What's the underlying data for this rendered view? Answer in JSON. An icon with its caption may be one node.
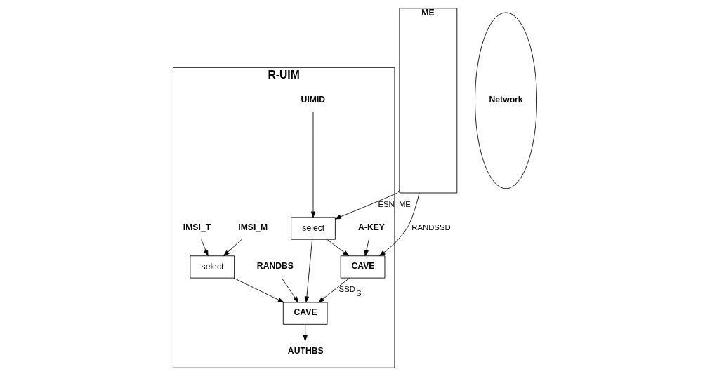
{
  "diagram": {
    "nodes": [
      {
        "text": [
          "R-UIM"
        ]
      },
      {
        "text": [
          "UIMID"
        ],
        "in": 0
      },
      {
        "text": [
          "select"
        ],
        "in": 0
      },
      {
        "text": [
          "A-KEY"
        ],
        "in": 0
      },
      {
        "text": [
          "CAVE"
        ],
        "in": 0
      },
      {
        "text": [
          "IMSI_T"
        ],
        "in": 0
      },
      {
        "text": [
          "CAVE"
        ],
        "in": 0
      },
      {
        "text": [
          "select"
        ],
        "in": 0
      },
      {
        "text": [
          "RANDBS"
        ],
        "in": 0
      },
      {
        "text": [
          "AUTHBS"
        ],
        "in": 0
      },
      {
        "text": [
          "IMSI_M"
        ],
        "in": 0
      },
      {
        "text": [
          "ME"
        ]
      },
      {
        "text": [
          "Network"
        ]
      }
    ],
    "edges": [
      {
        "from": 1,
        "to": 2,
        "arrow": "to"
      },
      {
        "from": 11,
        "to": 2,
        "arrow": "to",
        "label": "ESN_ME"
      },
      {
        "from": 2,
        "to": 4,
        "arrow": "to"
      },
      {
        "from": 2,
        "to": 6,
        "arrow": "to"
      },
      {
        "from": 3,
        "to": 4,
        "arrow": "to"
      },
      {
        "from": 11,
        "to": 4,
        "arrow": "to",
        "label": "RANDSSD"
      },
      {
        "from": 4,
        "to": 6,
        "arrow": "to",
        "label": "SSD$_{S}$"
      },
      {
        "from": 5,
        "to": 7,
        "arrow": "to"
      },
      {
        "from": 7,
        "to": 6,
        "arrow": "to"
      },
      {
        "from": 10,
        "to": 7,
        "arrow": "to"
      },
      {
        "from": 8,
        "to": 6,
        "arrow": "to"
      },
      {
        "from": 6,
        "to": 9,
        "arrow": "to"
      }
    ]
  }
}
